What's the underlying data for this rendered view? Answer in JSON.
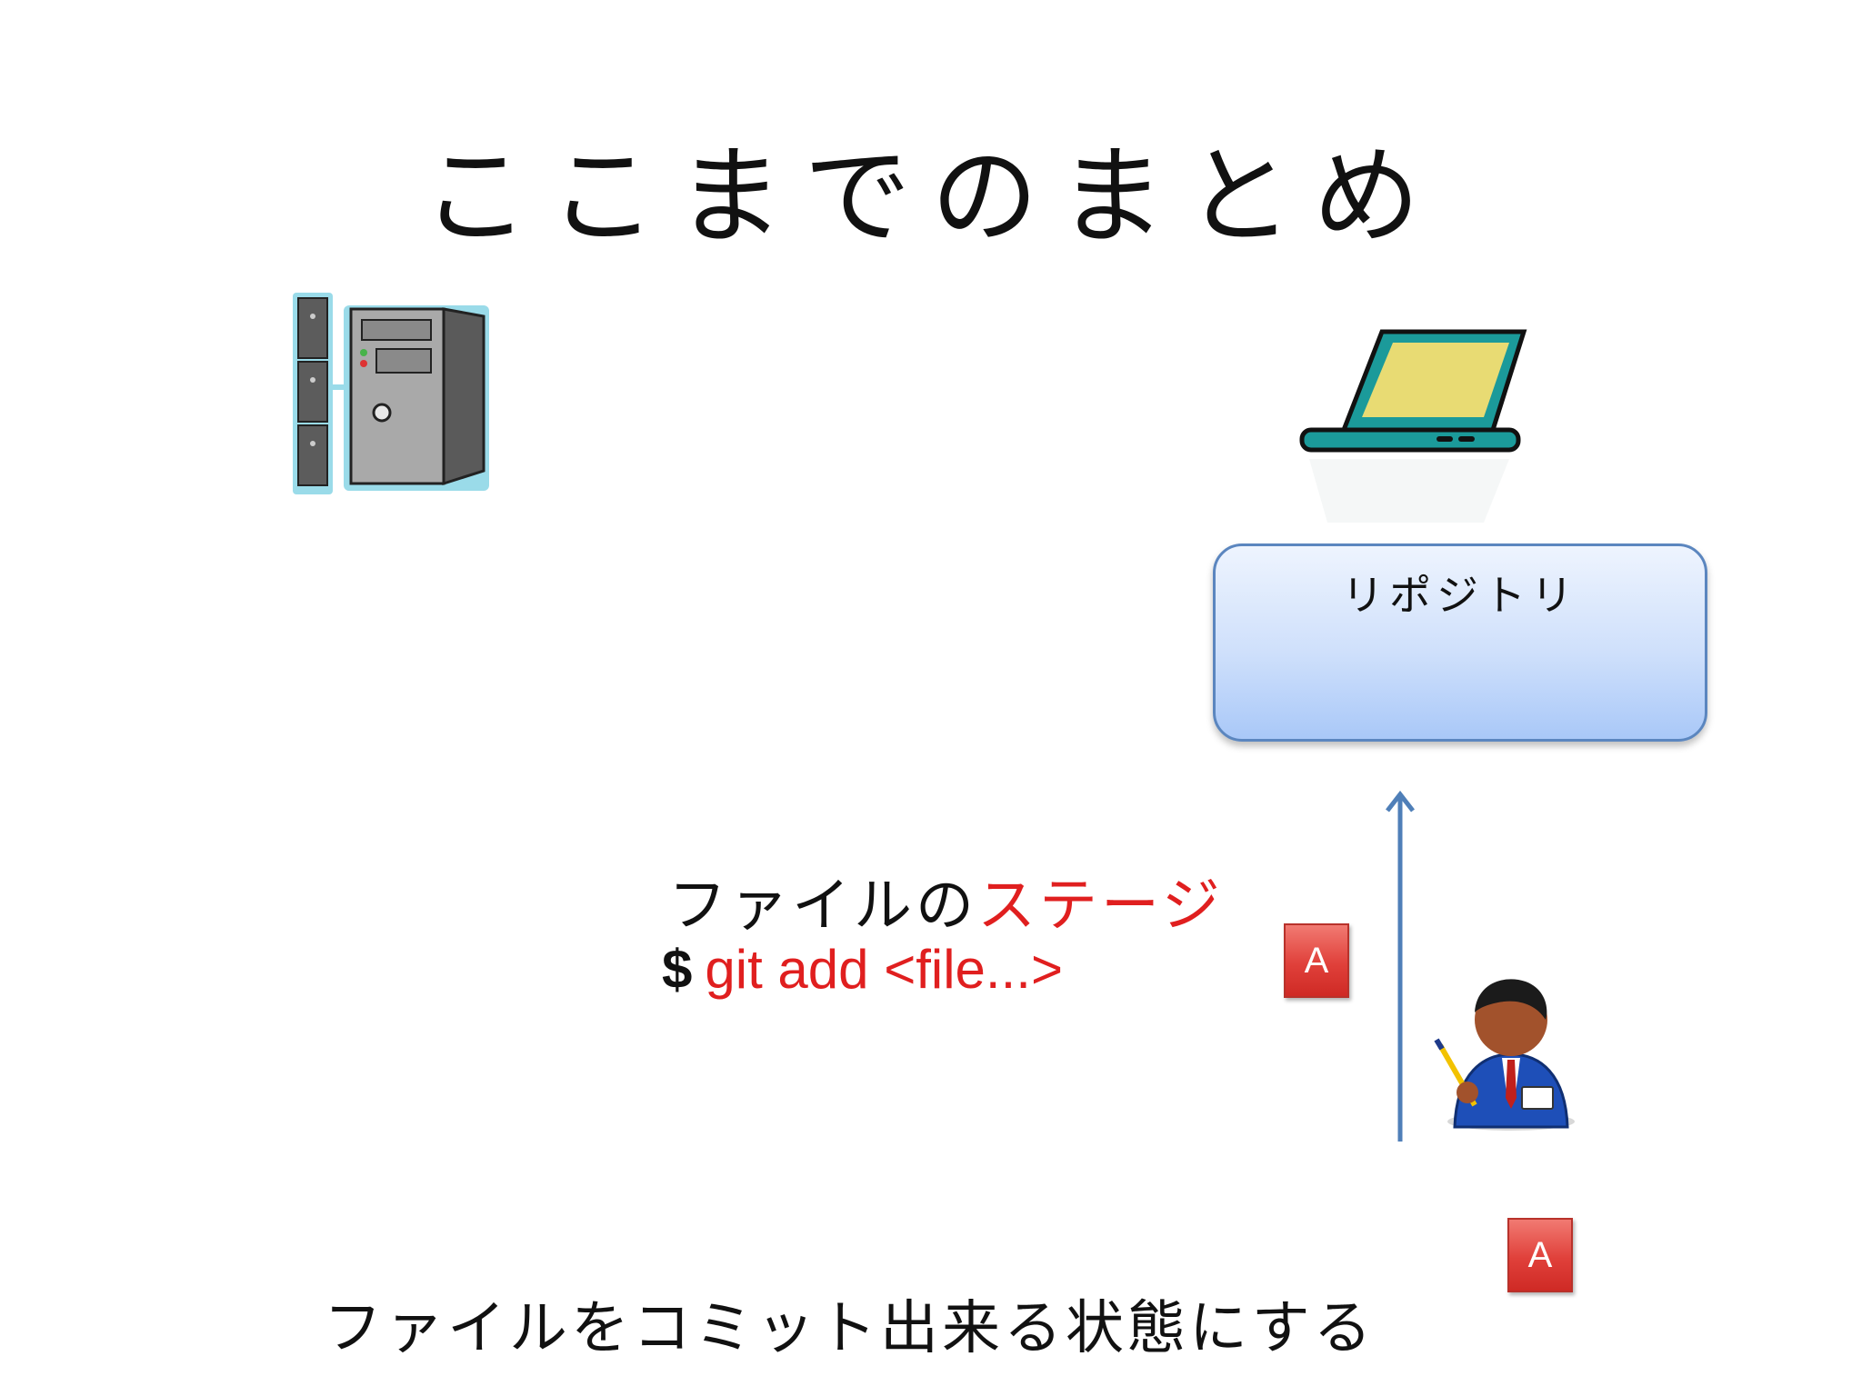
{
  "slide": {
    "title": "ここまでのまとめ",
    "repository": {
      "label": "リポジトリ"
    },
    "stage": {
      "label_prefix": "ファイルの",
      "label_accent": "ステージ",
      "command_prompt": "$",
      "command": "git add <file...>"
    },
    "file_badges": [
      "A",
      "A"
    ],
    "footer": "ファイルをコミット出来る状態にする",
    "icons": {
      "server": "server-icon",
      "laptop": "laptop-icon",
      "person": "developer-person-icon",
      "arrow": "arrow-up-icon"
    },
    "colors": {
      "accent_red": "#e01f1f",
      "repo_border": "#5b86bf",
      "arrow_blue": "#4f7fb8",
      "badge_red": "#e0403a"
    }
  }
}
